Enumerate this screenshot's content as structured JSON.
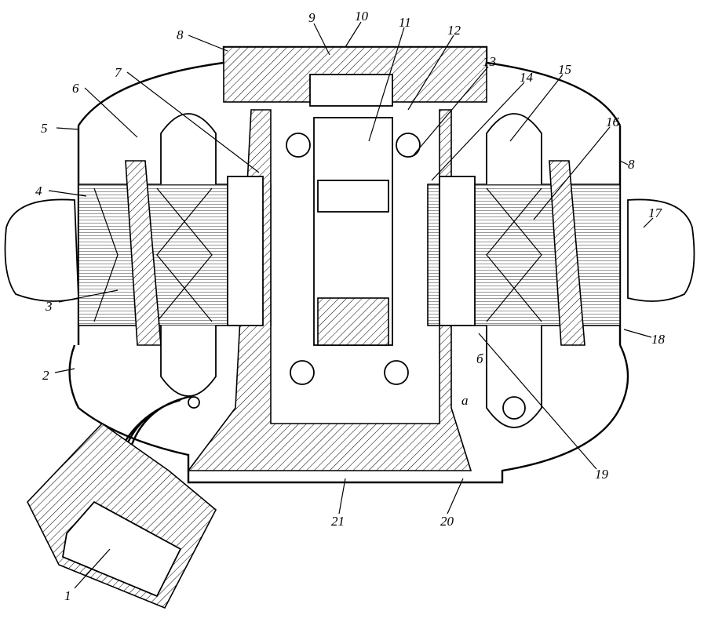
{
  "title": "Cross-section of an electric motor with numbered callouts",
  "callouts": [
    "1",
    "2",
    "3",
    "4",
    "5",
    "6",
    "7",
    "8",
    "9",
    "10",
    "11",
    "12",
    "13",
    "14",
    "15",
    "16",
    "8",
    "17",
    "18",
    "19",
    "20",
    "21"
  ],
  "letters": {
    "a": "а",
    "b": "б"
  }
}
